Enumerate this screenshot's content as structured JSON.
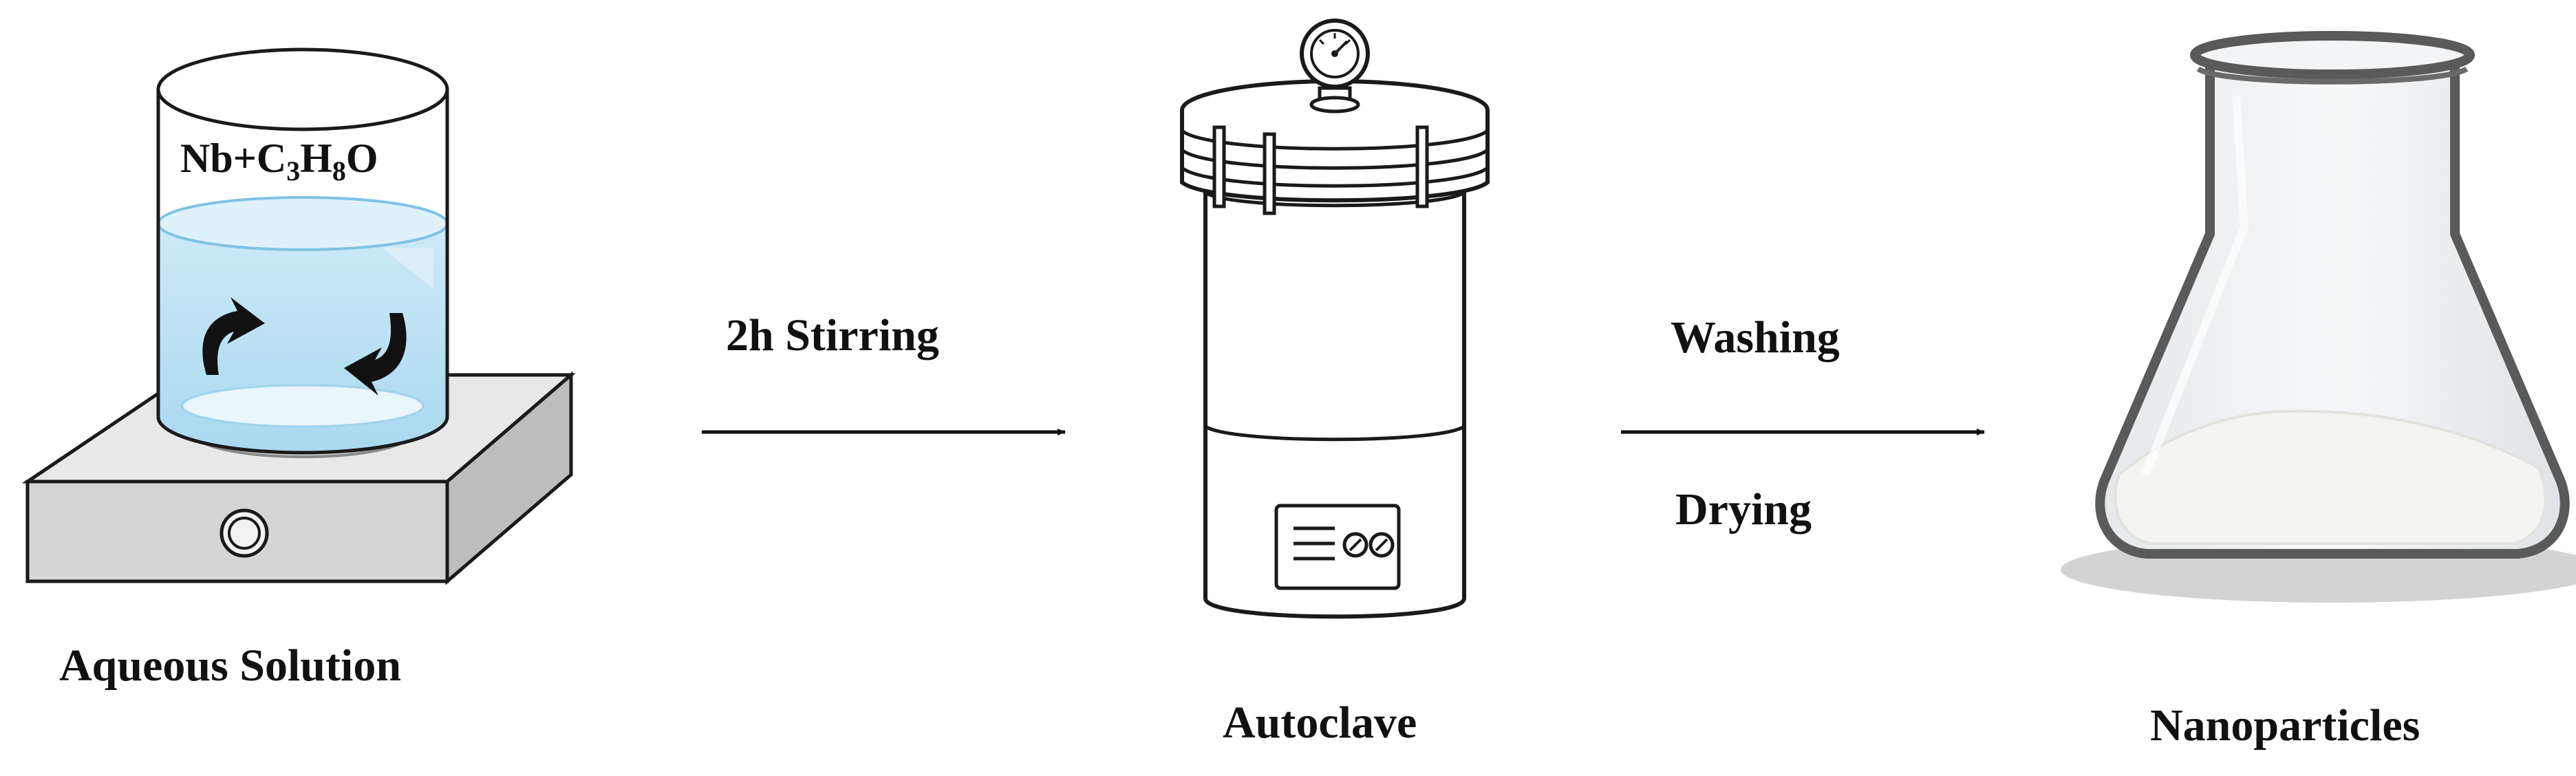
{
  "stages": {
    "solution": {
      "label": "Aqueous Solution",
      "formula": {
        "base1": "Nb+C",
        "sub1": "3",
        "base2": "H",
        "sub2": "8",
        "base3": "O"
      }
    },
    "autoclave": {
      "label": "Autoclave"
    },
    "product": {
      "label": "Nanoparticles"
    }
  },
  "steps": {
    "first": {
      "label": "2h Stirring"
    },
    "second": {
      "label_top": "Washing",
      "label_bottom": "Drying"
    }
  },
  "colors": {
    "liquid": "#bfe4f6",
    "liquid_edge": "#8cc9e8",
    "plate_top": "#e6e6e6",
    "plate_front": "#cfcfcf",
    "outline": "#1a1a1a",
    "flask_glass": "#eef1f2",
    "flask_edge": "#555555",
    "powder": "#f3f3f1",
    "shadow": "#cfcfcf"
  },
  "icons": [
    "stirring-arrow-icon",
    "pressure-gauge-icon",
    "control-knob-icon"
  ]
}
